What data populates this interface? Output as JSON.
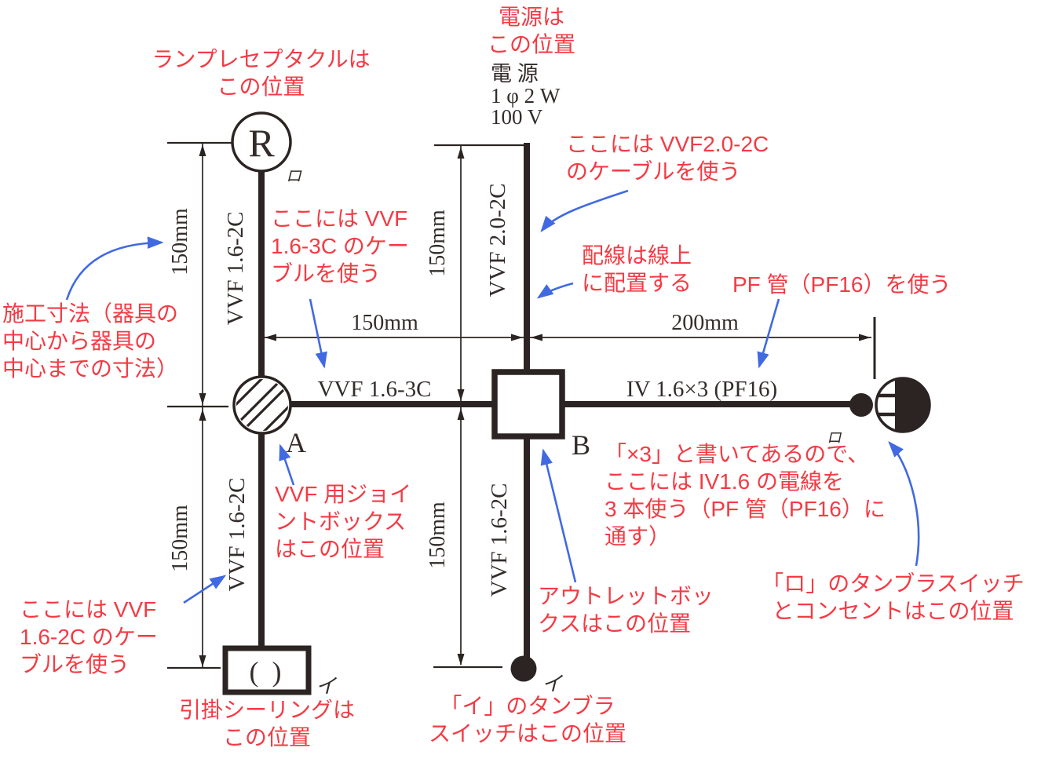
{
  "colors": {
    "red": "#f33b44",
    "blue": "#4169e1",
    "ink": "#2b2422"
  },
  "power_source": {
    "title": "電  源",
    "spec": "1 φ 2 W",
    "voltage": "100 V"
  },
  "devices": {
    "lamp_receptacle": {
      "letter": "R",
      "tag": "ロ"
    },
    "joint_box": {
      "label": "A"
    },
    "outlet_box": {
      "label": "B"
    },
    "ceiling_rosette": {
      "glyph": "(  )",
      "tag": "イ"
    },
    "tumbler_switch_i": {
      "tag": "イ"
    },
    "tumbler_switch_ro": {
      "tag": "ロ"
    }
  },
  "cables": {
    "r_to_a": "VVF 1.6-2C",
    "power_drop": "VVF 2.0-2C",
    "a_to_ceiling": "VVF 1.6-2C",
    "b_to_switch": "VVF 1.6-2C",
    "a_to_b": "VVF 1.6-3C",
    "b_to_outlet": "IV 1.6×3 (PF16)"
  },
  "dimensions": {
    "left_upper": "150mm",
    "left_lower": "150mm",
    "center_upper": "150mm",
    "center_lower": "150mm",
    "horizontal_left": "150mm",
    "horizontal_right": "200mm"
  },
  "notes": {
    "lamp": "ランプレセプタクルは\nこの位置",
    "power": "電源は\nこの位置",
    "vvf20": "ここには VVF2.0-2C\nのケーブルを使う",
    "on_line": "配線は線上\nに配置する",
    "pf_pipe": "PF 管（PF16）を使う",
    "dim_note": "施工寸法（器具の\n中心から器具の\n中心までの寸法）",
    "vvf163": "ここには VVF\n1.6-3C のケー\nブルを使う",
    "joint_box": "VVF 用ジョイ\nントボックス\nはこの位置",
    "vvf162": "ここには VVF\n1.6-2C のケー\nブルを使う",
    "ceiling": "引掛シーリングは\nこの位置",
    "outlet_box": "アウトレットボッ\nクスはこの位置",
    "switch_i": "「イ」のタンブラ\nスイッチはこの位置",
    "x3": "「×3」と書いてあるので、\nここには IV1.6 の電線を\n3 本使う（PF 管（PF16）に\n通す）",
    "switch_ro": "「ロ」のタンブラスイッチ\nとコンセントはこの位置"
  }
}
